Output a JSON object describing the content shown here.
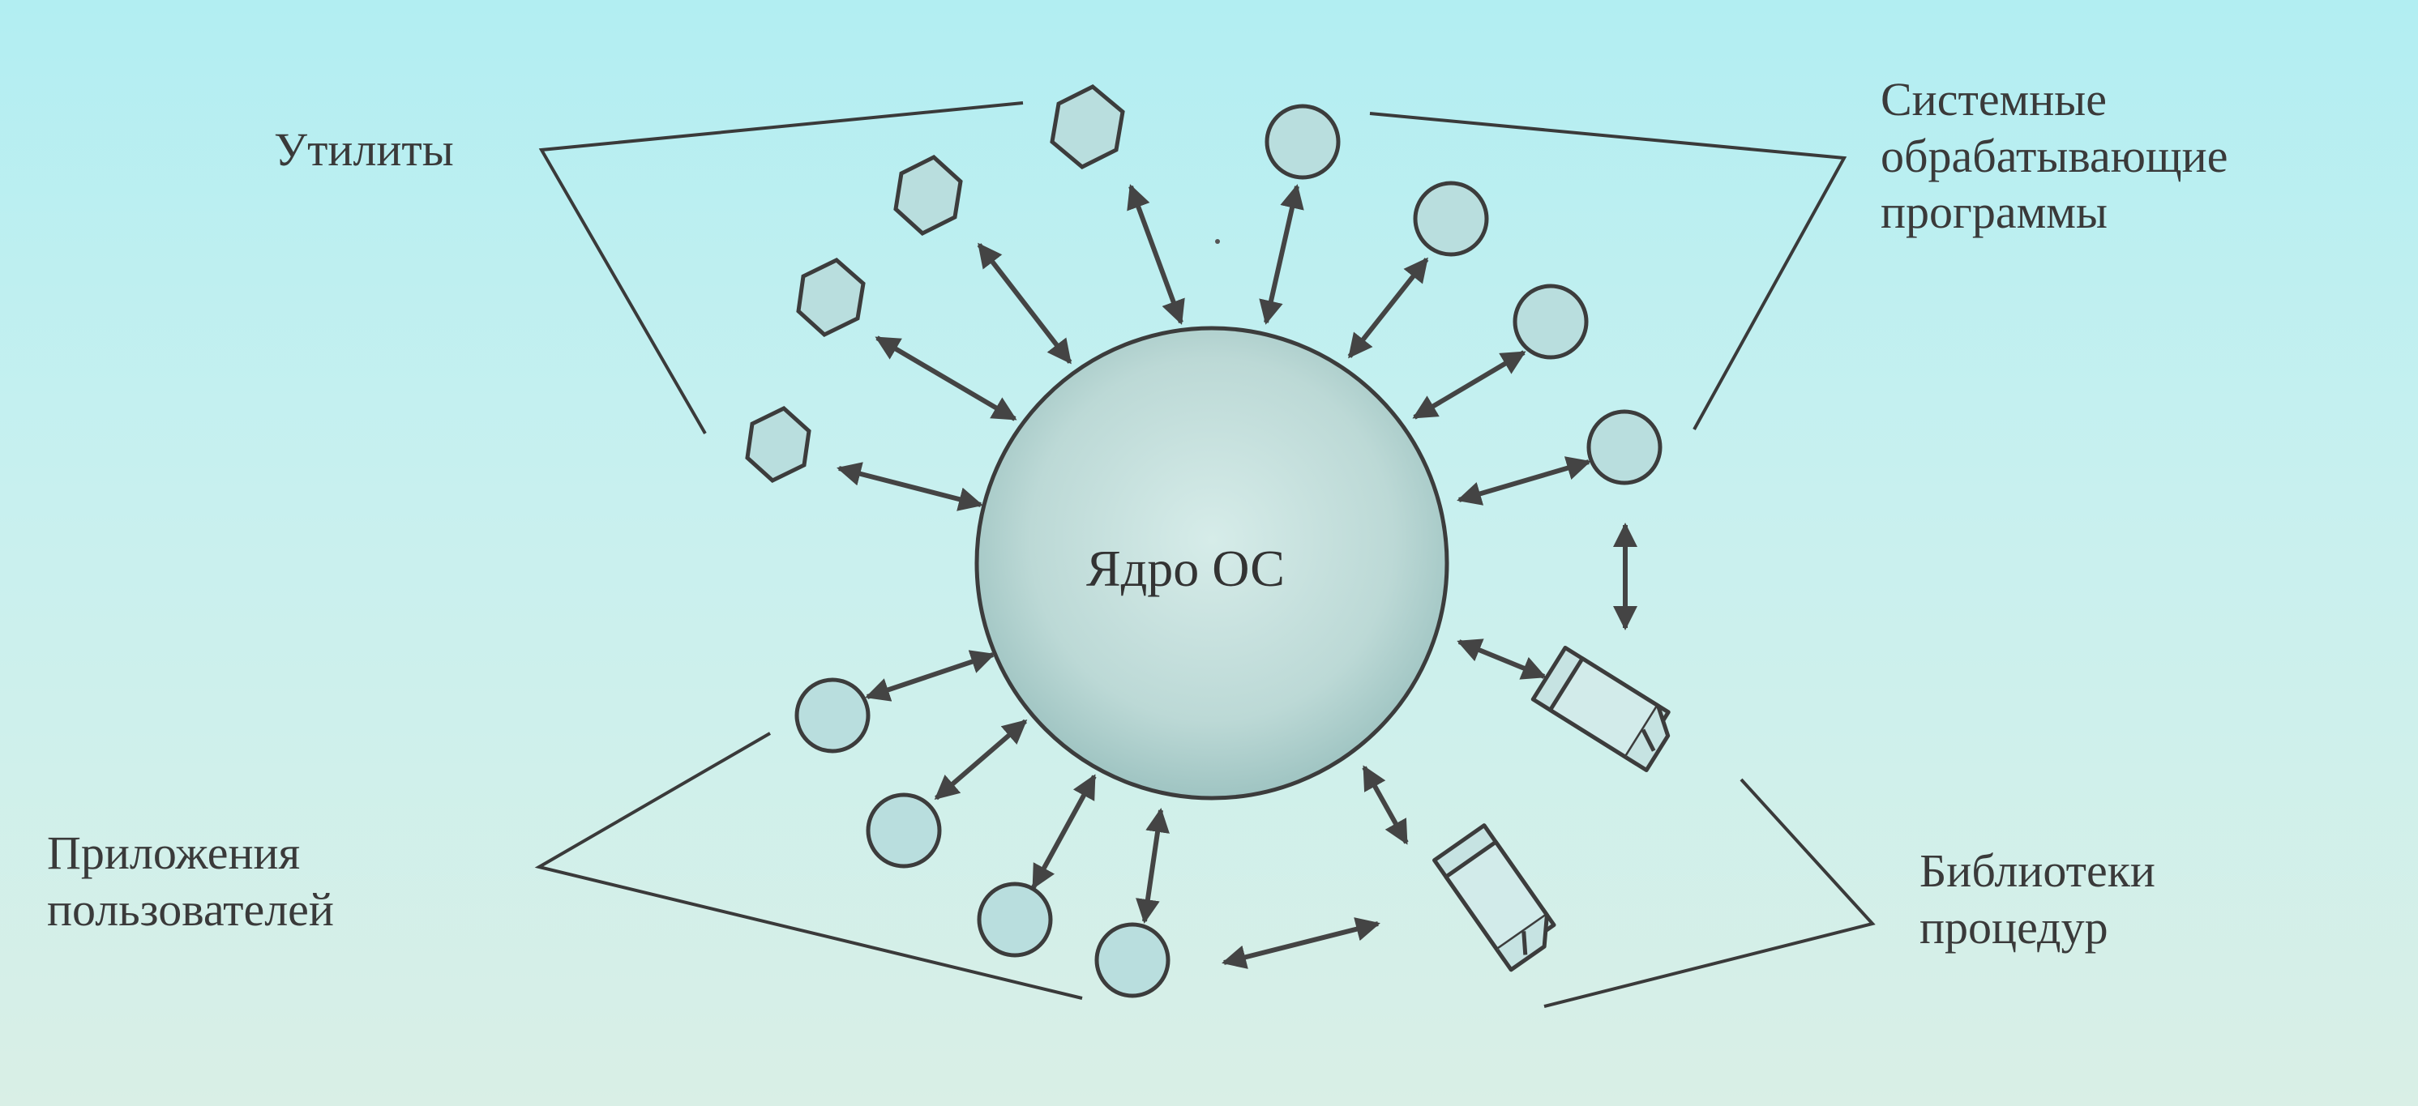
{
  "core": {
    "label": "Ядро ОС"
  },
  "groups": {
    "utilities": {
      "label": "Утилиты"
    },
    "system_programs": {
      "lines": [
        "Системные",
        "обрабатывающие",
        "программы"
      ]
    },
    "user_apps": {
      "lines": [
        "Приложения",
        "пользователей"
      ]
    },
    "procedure_libs": {
      "lines": [
        "Библиотеки",
        "процедур"
      ]
    }
  },
  "colors": {
    "node_fill": "#b9dede",
    "stroke": "#3c3c3c",
    "arrow": "#444444"
  }
}
